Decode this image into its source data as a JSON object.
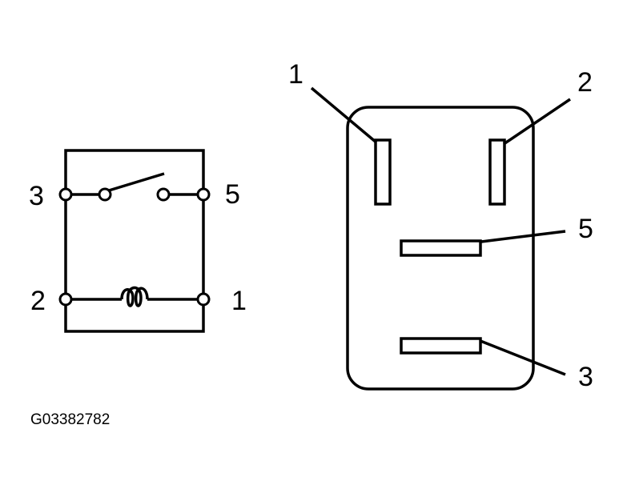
{
  "schematic": {
    "terminal_labels": {
      "t3": "3",
      "t5": "5",
      "t2": "2",
      "t1": "1"
    }
  },
  "connector": {
    "pin_labels": {
      "p1": "1",
      "p2": "2",
      "p5": "5",
      "p3": "3"
    }
  },
  "figure_code": "G03382782",
  "colors": {
    "line": "#000000",
    "background": "#ffffff"
  }
}
